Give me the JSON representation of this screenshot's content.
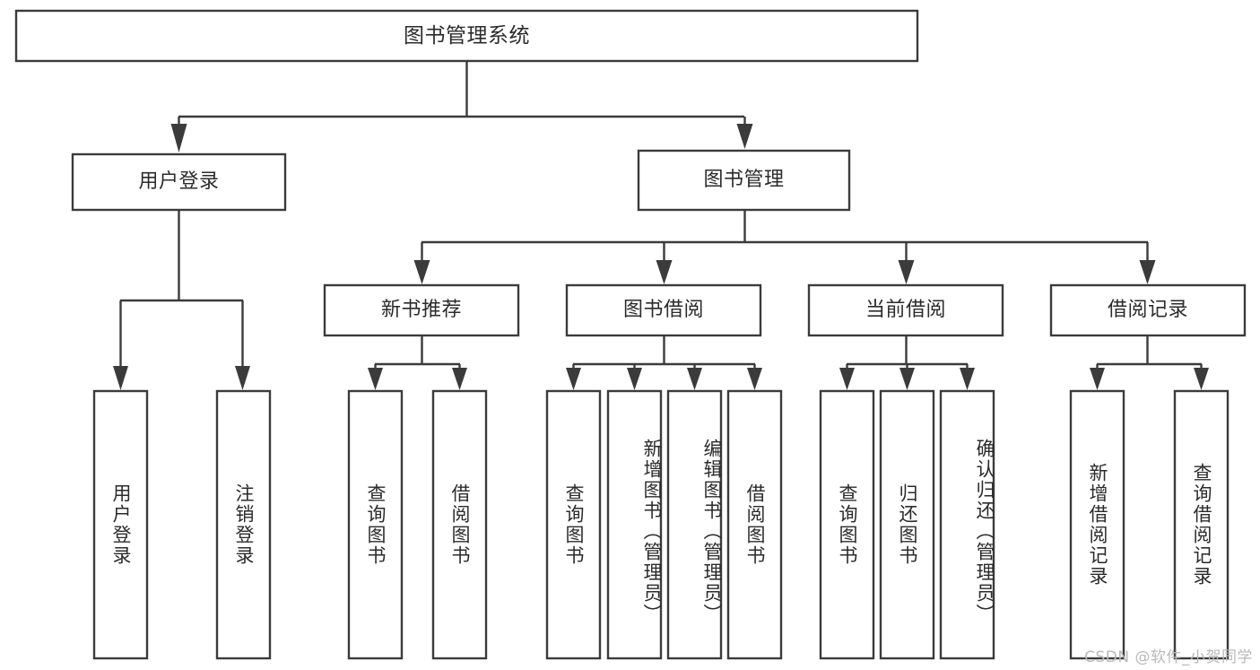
{
  "diagram": {
    "type": "tree-hierarchy",
    "title": "图书管理系统",
    "root": {
      "label": "图书管理系统"
    },
    "level2": [
      {
        "label": "用户登录"
      },
      {
        "label": "图书管理"
      }
    ],
    "level3": [
      {
        "label": "新书推荐"
      },
      {
        "label": "图书借阅"
      },
      {
        "label": "当前借阅"
      },
      {
        "label": "借阅记录"
      }
    ],
    "leaves": {
      "user_login": [
        {
          "label": "用户登录"
        },
        {
          "label": "注销登录"
        }
      ],
      "new_book_recommend": [
        {
          "label": "查询图书"
        },
        {
          "label": "借阅图书"
        }
      ],
      "book_borrow": [
        {
          "label": "查询图书"
        },
        {
          "label": "新增图书（管理员）"
        },
        {
          "label": "编辑图书（管理员）"
        },
        {
          "label": "借阅图书"
        }
      ],
      "current_borrow": [
        {
          "label": "查询图书"
        },
        {
          "label": "归还图书"
        },
        {
          "label": "确认归还（管理员）"
        }
      ],
      "borrow_record": [
        {
          "label": "新增借阅记录"
        },
        {
          "label": "查询借阅记录"
        }
      ]
    },
    "watermark": "CSDN @软件_小贺同学",
    "colors": {
      "stroke": "#3b3b3b",
      "box_fill": "#ffffff",
      "text": "#2b2b2b",
      "watermark": "#b9b9b9",
      "background": "#ffffff"
    }
  }
}
